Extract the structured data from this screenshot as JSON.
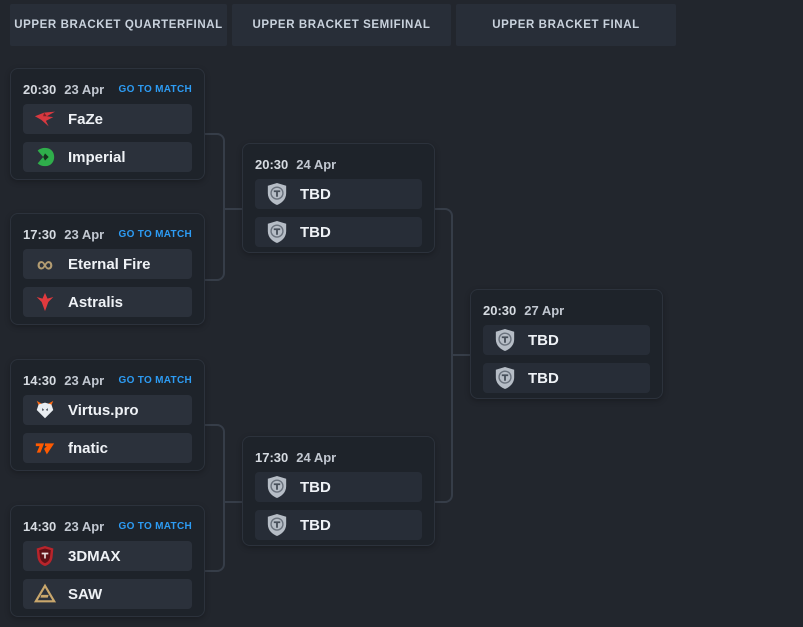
{
  "header": {
    "columns": [
      {
        "label": "UPPER BRACKET QUARTERFINAL"
      },
      {
        "label": "UPPER BRACKET SEMIFINAL"
      },
      {
        "label": "UPPER BRACKET FINAL"
      }
    ]
  },
  "matches": [
    {
      "round": "quarterfinal",
      "time": "20:30",
      "date": "23 Apr",
      "link": "GO TO MATCH",
      "teams": [
        {
          "name": "FaZe",
          "icon": "faze-logo"
        },
        {
          "name": "Imperial",
          "icon": "imperial-logo"
        }
      ]
    },
    {
      "round": "quarterfinal",
      "time": "17:30",
      "date": "23 Apr",
      "link": "GO TO MATCH",
      "teams": [
        {
          "name": "Eternal Fire",
          "icon": "eternal-fire-logo"
        },
        {
          "name": "Astralis",
          "icon": "astralis-logo"
        }
      ]
    },
    {
      "round": "quarterfinal",
      "time": "14:30",
      "date": "23 Apr",
      "link": "GO TO MATCH",
      "teams": [
        {
          "name": "Virtus.pro",
          "icon": "virtus-pro-logo"
        },
        {
          "name": "fnatic",
          "icon": "fnatic-logo"
        }
      ]
    },
    {
      "round": "quarterfinal",
      "time": "14:30",
      "date": "23 Apr",
      "link": "GO TO MATCH",
      "teams": [
        {
          "name": "3DMAX",
          "icon": "3dmax-logo"
        },
        {
          "name": "SAW",
          "icon": "saw-logo"
        }
      ]
    },
    {
      "round": "semifinal",
      "time": "20:30",
      "date": "24 Apr",
      "teams": [
        {
          "name": "TBD",
          "icon": "tbd-shield"
        },
        {
          "name": "TBD",
          "icon": "tbd-shield"
        }
      ]
    },
    {
      "round": "semifinal",
      "time": "17:30",
      "date": "24 Apr",
      "teams": [
        {
          "name": "TBD",
          "icon": "tbd-shield"
        },
        {
          "name": "TBD",
          "icon": "tbd-shield"
        }
      ]
    },
    {
      "round": "final",
      "time": "20:30",
      "date": "27 Apr",
      "teams": [
        {
          "name": "TBD",
          "icon": "tbd-shield"
        },
        {
          "name": "TBD",
          "icon": "tbd-shield"
        }
      ]
    }
  ],
  "icons": {
    "infinity_glyph": "∞"
  },
  "colors": {
    "page_bg": "#22262d",
    "header_bg": "#282e38",
    "card_bg": "#1e232a",
    "team_row_bg": "#2b313b",
    "connector": "#363d48",
    "link_blue": "#2d9cf4",
    "team_text": "#eff2f6"
  }
}
